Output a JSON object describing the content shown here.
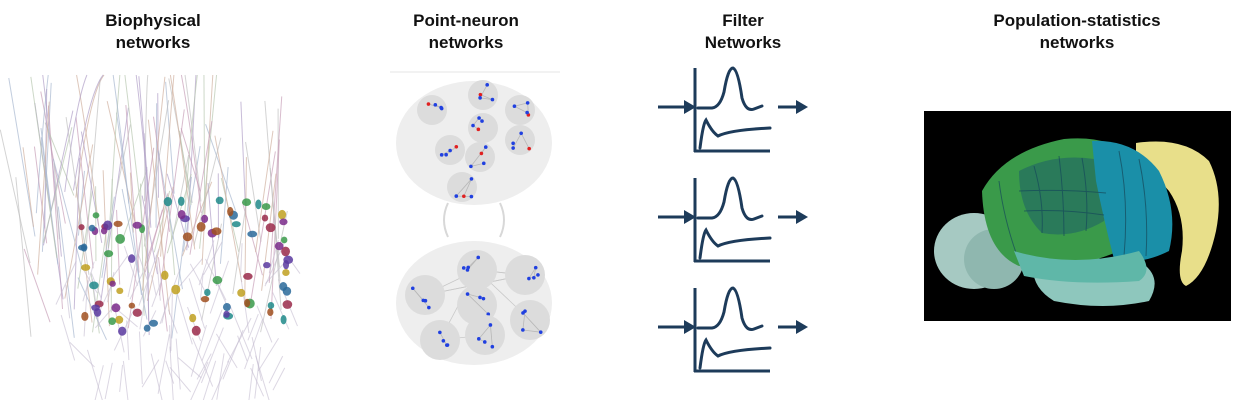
{
  "columns": [
    {
      "title_line1": "Biophysical",
      "title_line2": "networks",
      "icon": "biophysical-neuron-network-icon"
    },
    {
      "title_line1": "Point-neuron",
      "title_line2": "networks",
      "icon": "point-neuron-clusters-icon"
    },
    {
      "title_line1": "Filter",
      "title_line2": "Networks",
      "icon": "filter-response-icon"
    },
    {
      "title_line1": "Population-statistics",
      "title_line2": "networks",
      "icon": "mouse-brain-regions-icon"
    }
  ],
  "colors": {
    "filter_navy": "#1d3b5a",
    "cluster_bg": "#eeeeee",
    "neuron_blue": "#2040e0",
    "neuron_red": "#e02020",
    "brain_bg": "#000000"
  }
}
